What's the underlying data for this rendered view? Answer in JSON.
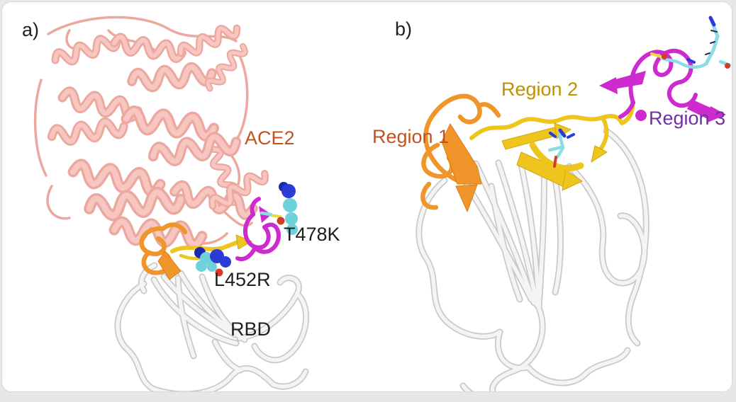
{
  "figure": {
    "type": "molecular-structure-figure",
    "panels": [
      {
        "tag": "a)",
        "labels": {
          "ace2": "ACE2",
          "t478k": "T478K",
          "l452r": "L452R",
          "rbd": "RBD"
        }
      },
      {
        "tag": "b)",
        "labels": {
          "region1": "Region 1",
          "region2": "Region 2",
          "region3": "Region 3"
        }
      }
    ],
    "colors": {
      "ace2_ribbon": "#eca89f",
      "ace2_ribbon_light": "#f7c6c0",
      "rbd_ribbon": "#c9c9c9",
      "rbd_ribbon_light": "#f4f4f4",
      "region1_orange": "#f0952a",
      "region2_yellow": "#edc51d",
      "region3_magenta": "#cd2bcd",
      "region1_label": "#c0531f",
      "region2_label": "#bf9000",
      "region3_label": "#7030a0",
      "black_label": "#1f1f1f",
      "sphere_blue": "#2b3bd6",
      "sphere_navy": "#1b2bb0",
      "sphere_cyan": "#6ed2da",
      "sphere_red": "#d43b28",
      "stick_cyan": "#8adde2",
      "stick_blue": "#2b3bd6",
      "stick_red": "#d43b28",
      "stick_yellow": "#e3de39"
    }
  }
}
